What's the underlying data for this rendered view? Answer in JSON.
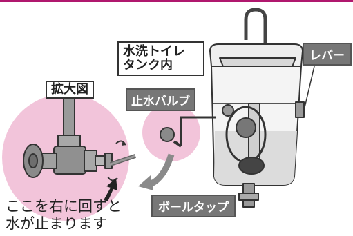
{
  "labels": {
    "magnified_view": "拡大図",
    "tank_inside_line1": "水洗トイレ",
    "tank_inside_line2": "タンク内",
    "stop_valve": "止水バルブ",
    "lever": "レバー",
    "ball_tap": "ボールタップ"
  },
  "instruction": {
    "line1": "ここを右に回すと",
    "line2": "水が止まります"
  },
  "colors": {
    "accent_bar": "#b0186e",
    "highlight_circle": "#f2c4da",
    "pipe_gray": "#8a8a8a",
    "water_gray": "#dcdcdc"
  }
}
